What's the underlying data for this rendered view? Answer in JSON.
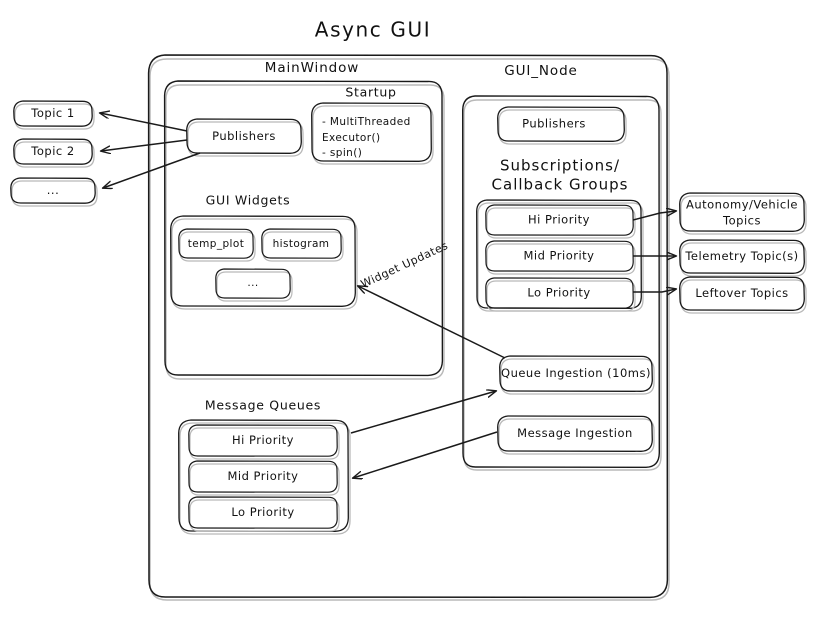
{
  "diagram": {
    "title": "Async  GUI",
    "type": "architecture-flow",
    "style": "hand-drawn",
    "colors": {
      "stroke": "#1a1a1a",
      "shadow": "#b9b9b9",
      "background": "#ffffff",
      "text": "#111111"
    }
  },
  "external_left": {
    "topics": [
      {
        "label": "Topic 1"
      },
      {
        "label": "Topic 2"
      },
      {
        "label": "..."
      }
    ]
  },
  "external_right": {
    "topics": [
      {
        "label_line1": "Autonomy/Vehicle",
        "label_line2": "Topics"
      },
      {
        "label_line1": "Telemetry Topic(s)",
        "label_line2": ""
      },
      {
        "label_line1": "Leftover Topics",
        "label_line2": ""
      }
    ]
  },
  "main_window": {
    "title": "MainWindow",
    "publishers": {
      "label": "Publishers"
    },
    "startup": {
      "title": "Startup",
      "items": [
        "- MultiThreaded",
        "  Executor()",
        "- spin()"
      ]
    },
    "gui_widgets": {
      "title": "GUI Widgets",
      "widgets": [
        {
          "label": "temp_plot"
        },
        {
          "label": "histogram"
        },
        {
          "label": "..."
        }
      ]
    },
    "message_queues": {
      "title": "Message Queues",
      "queues": [
        {
          "label": "Hi Priority"
        },
        {
          "label": "Mid Priority"
        },
        {
          "label": "Lo Priority"
        }
      ]
    }
  },
  "gui_node": {
    "title": "GUI_Node",
    "publishers": {
      "label": "Publishers"
    },
    "subscriptions": {
      "title_line1": "Subscriptions/",
      "title_line2": "Callback Groups",
      "groups": [
        {
          "label": "Hi Priority"
        },
        {
          "label": "Mid Priority"
        },
        {
          "label": "Lo Priority"
        }
      ]
    },
    "queue_ingestion": {
      "label": "Queue Ingestion (10ms)"
    },
    "message_ingestion": {
      "label": "Message Ingestion"
    }
  },
  "edges": {
    "widget_updates": {
      "label": "Widget Updates"
    }
  }
}
